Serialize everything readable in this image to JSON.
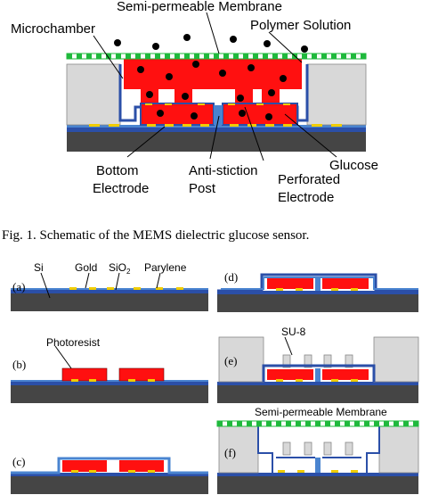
{
  "figure1": {
    "labels": {
      "semi_permeable": "Semi-permeable Membrane",
      "microchamber": "Microchamber",
      "polymer_solution": "Polymer Solution",
      "glucose": "Glucose",
      "bottom_electrode": [
        "Bottom",
        "Electrode"
      ],
      "anti_stiction_post": [
        "Anti-stiction",
        "Post"
      ],
      "perforated_electrode": [
        "Perforated",
        "Electrode"
      ]
    },
    "caption": "Fig. 1.   Schematic of the MEMS dielectric glucose sensor."
  },
  "process": {
    "layer_labels": {
      "si": "Si",
      "gold": "Gold",
      "sio2_base": "SiO",
      "sio2_sub": "2",
      "parylene": "Parylene",
      "photoresist": "Photoresist",
      "su8": "SU-8",
      "semi_permeable": "Semi-permeable Membrane"
    },
    "steps": [
      "(a)",
      "(b)",
      "(c)",
      "(d)",
      "(e)",
      "(f)"
    ]
  },
  "colors": {
    "substrate": "#454545",
    "sio2": "#2b4fa8",
    "parylene": "#4a84d0",
    "gold": "#f0cc00",
    "photoresist": "#ff1010",
    "su8": "#d8d8d8",
    "membrane_green": "#1fb93c",
    "membrane_white": "#ffffff"
  }
}
